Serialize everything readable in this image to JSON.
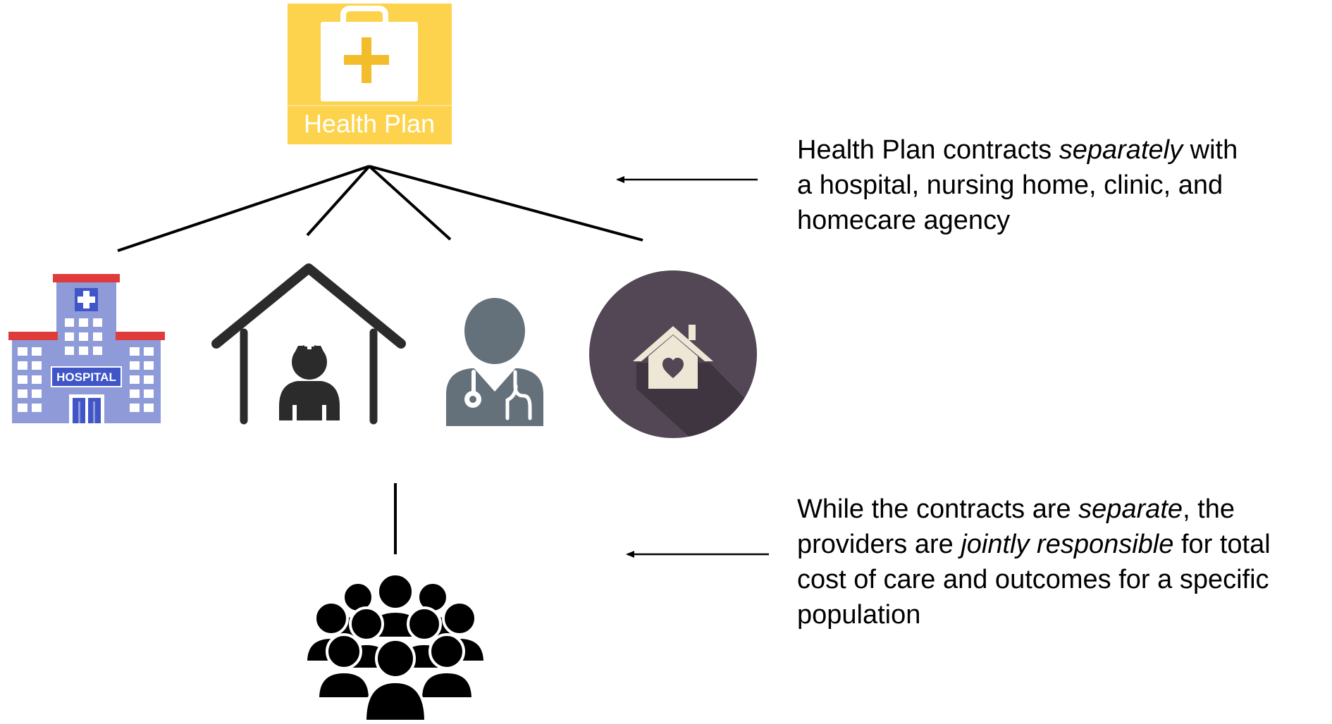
{
  "health_plan": {
    "label": "Health Plan",
    "colors": {
      "box": "#FDD34D",
      "plus": "#F3BC2A",
      "card": "#FFFFFF"
    },
    "icon": "medical-kit-icon"
  },
  "providers": [
    {
      "name": "hospital",
      "icon": "hospital-icon",
      "sign": "HOSPITAL"
    },
    {
      "name": "nursing-home",
      "icon": "nursing-home-icon"
    },
    {
      "name": "clinic",
      "icon": "doctor-icon"
    },
    {
      "name": "homecare-agency",
      "icon": "home-heart-icon"
    }
  ],
  "population": {
    "icon": "people-group-icon"
  },
  "notes": [
    {
      "lines": [
        [
          "Health Plan contracts ",
          "*separately*",
          " with"
        ],
        [
          "a hospital, nursing home, clinic, and"
        ],
        [
          "homecare agency"
        ]
      ]
    },
    {
      "lines": [
        [
          "While the contracts are ",
          "*separate*",
          ", the"
        ],
        [
          "providers are ",
          "*jointly responsible*",
          " for total"
        ],
        [
          "cost of care and outcomes for a specific"
        ],
        [
          "population"
        ]
      ]
    }
  ],
  "colors": {
    "hospital_body": "#8E9BD8",
    "hospital_roof": "#E03B3B",
    "hospital_sign": "#3F55C8",
    "hospital_window": "#FFFFFF",
    "nursing_home": "#2B2B2B",
    "doctor": "#65717A",
    "homecare_circle": "#534655",
    "homecare_shadow": "#3E3541",
    "homecare_house": "#EFE7D6",
    "population": "#000000",
    "connector": "#000000"
  }
}
